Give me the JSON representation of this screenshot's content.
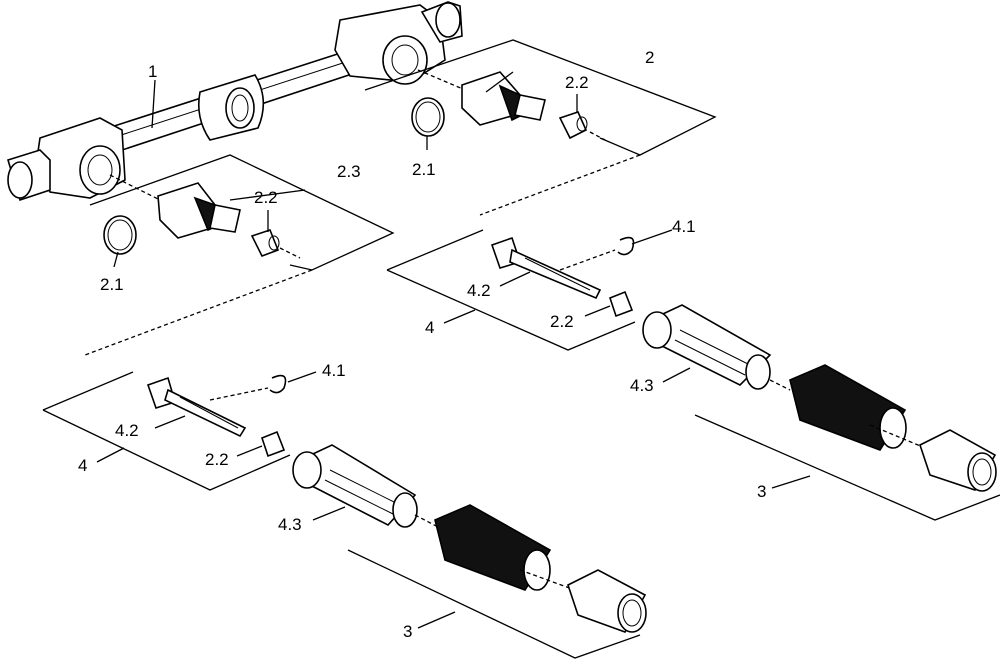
{
  "diagram": {
    "labels": {
      "body": "1",
      "cartridge_right": "2",
      "cartridge_left": "2.3",
      "oring_right": "2.1",
      "oring_left": "2.1",
      "adapter_right": "2.2",
      "adapter_left": "2.2",
      "ext_set_right": "4",
      "ext_set_left": "4",
      "circlip_right": "4.1",
      "circlip_left": "4.1",
      "spindle_right": "4.2",
      "spindle_left": "4.2",
      "adapter_ext_right": "2.2",
      "adapter_ext_left": "2.2",
      "sleeve_right": "4.3",
      "sleeve_left": "4.3",
      "trim_right": "3",
      "trim_left": "3"
    }
  }
}
